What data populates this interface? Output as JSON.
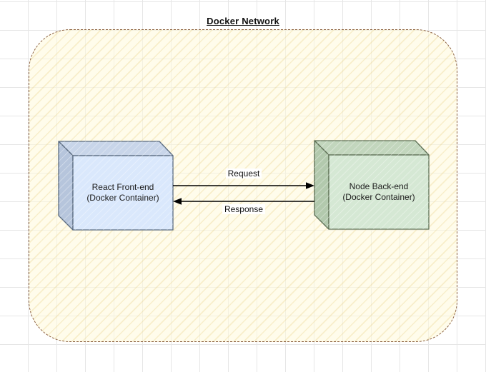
{
  "diagram": {
    "title": "Docker Network",
    "nodes": [
      {
        "id": "react-frontend",
        "line1": "React Front-end",
        "line2": "(Docker Container)"
      },
      {
        "id": "node-backend",
        "line1": "Node Back-end",
        "line2": "(Docker Container)"
      }
    ],
    "edges": [
      {
        "label": "Request",
        "from": "React Front-end",
        "to": "Node Back-end",
        "direction": "left-to-right"
      },
      {
        "label": "Response",
        "from": "Node Back-end",
        "to": "React Front-end",
        "direction": "right-to-left"
      }
    ],
    "colors": {
      "boundary_dash": "#8a5e3e",
      "boundary_fill": "#fffade",
      "grid": "#e6e6e6",
      "react_front": "#dae8fc",
      "react_top": "#c8d5e9",
      "react_side": "#b6c5dc",
      "react_stroke": "#5a6b80",
      "node_front": "#d5e8d4",
      "node_top": "#c2d6bd",
      "node_side": "#b2c9ad",
      "node_stroke": "#5c6e54",
      "arrow": "#000000"
    }
  }
}
